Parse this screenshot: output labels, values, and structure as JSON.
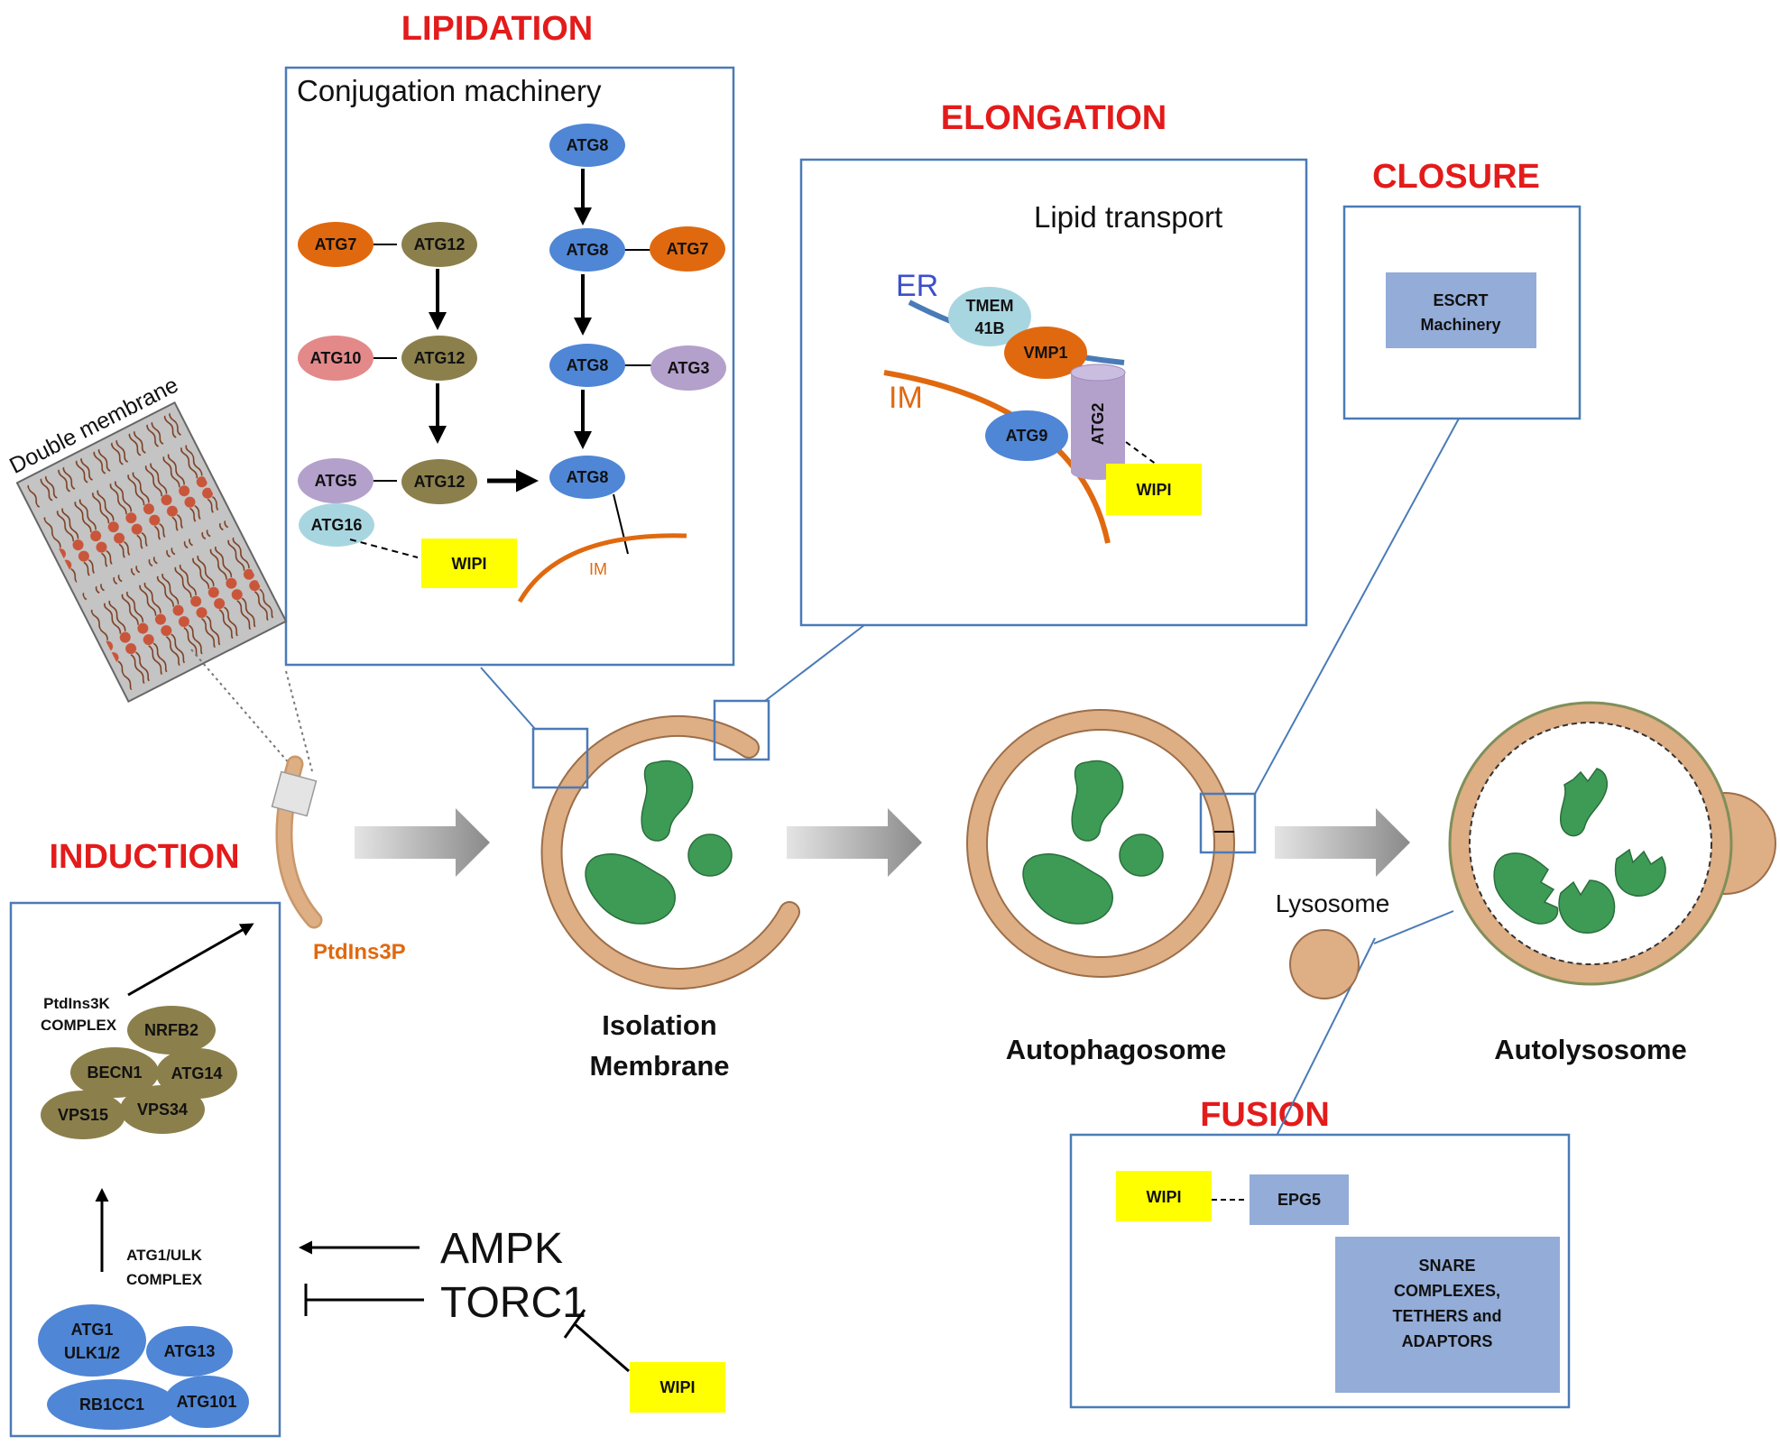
{
  "stages": {
    "lipidation": "LIPIDATION",
    "elongation": "ELONGATION",
    "closure": "CLOSURE",
    "induction": "INDUCTION",
    "fusion": "FUSION"
  },
  "lipidation_panel": {
    "title": "Conjugation machinery",
    "atg7_a": "ATG7",
    "atg12_a": "ATG12",
    "atg10": "ATG10",
    "atg12_b": "ATG12",
    "atg5": "ATG5",
    "atg12_c": "ATG12",
    "atg16": "ATG16",
    "wipi": "WIPI",
    "atg8_a": "ATG8",
    "atg8_b": "ATG8",
    "atg7_b": "ATG7",
    "atg8_c": "ATG8",
    "atg3": "ATG3",
    "atg8_d": "ATG8",
    "im": "IM"
  },
  "elongation_panel": {
    "title": "Lipid transport",
    "er": "ER",
    "im": "IM",
    "tmem_line1": "TMEM",
    "tmem_line2": "41B",
    "vmp1": "VMP1",
    "atg9": "ATG9",
    "atg2": "ATG2",
    "wipi": "WIPI"
  },
  "closure_panel": {
    "escrt_line1": "ESCRT",
    "escrt_line2": "Machinery"
  },
  "double_membrane": "Double membrane",
  "ptdins3p": "PtdIns3P",
  "structures": {
    "isolation_line1": "Isolation",
    "isolation_line2": "Membrane",
    "autophagosome": "Autophagosome",
    "autolysosome": "Autolysosome",
    "lysosome": "Lysosome"
  },
  "induction_panel": {
    "ptdins3k_line1": "PtdIns3K",
    "ptdins3k_line2": "COMPLEX",
    "nrfb2": "NRFB2",
    "becn1": "BECN1",
    "atg14": "ATG14",
    "vps15": "VPS15",
    "vps34": "VPS34",
    "ulk_line1": "ATG1/ULK",
    "ulk_line2": "COMPLEX",
    "atg1_line1": "ATG1",
    "atg1_line2": "ULK1/2",
    "atg13": "ATG13",
    "rb1cc1": "RB1CC1",
    "atg101": "ATG101"
  },
  "regulators": {
    "ampk": "AMPK",
    "torc1": "TORC1",
    "wipi": "WIPI"
  },
  "fusion_panel": {
    "wipi": "WIPI",
    "epg5": "EPG5",
    "snare_line1": "SNARE",
    "snare_line2": "COMPLEXES,",
    "snare_line3": "TETHERS and",
    "snare_line4": "ADAPTORS"
  },
  "colors": {
    "stage_red": "#e31b1b",
    "panel_border": "#4a7bb7",
    "atg8_blue": "#4f86d6",
    "atg7_orange": "#e0690f",
    "olive": "#8b7f4b",
    "pink": "#e3898a",
    "lavender": "#b3a0cb",
    "light_cyan": "#a8d6e0",
    "wipi_yellow": "#ffff00",
    "membrane_tan": "#deae85",
    "cargo_green": "#3d9b55",
    "box_blue": "#93acd8"
  }
}
